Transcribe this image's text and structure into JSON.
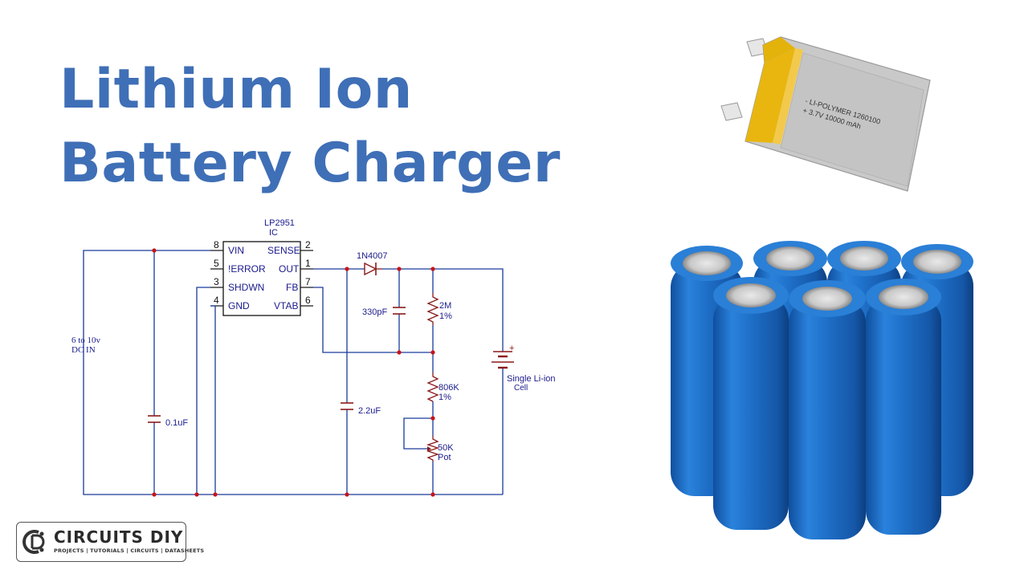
{
  "title": {
    "line1": "Lithium Ion",
    "line2": "Battery Charger"
  },
  "colors": {
    "title": "#3f6fb6",
    "wire": "#1a3a9c",
    "component": "#8b1a1a",
    "junction": "#c81414",
    "battery_blue": "#1e6fc7"
  },
  "schematic": {
    "ic_name": "LP2951",
    "ic_sub": "IC",
    "pins": {
      "vin": "VIN",
      "vin_num": "8",
      "error": "!ERROR",
      "error_num": "5",
      "shdwn": "SHDWN",
      "shdwn_num": "3",
      "gnd": "GND",
      "gnd_num": "4",
      "sense": "SENSE",
      "sense_num": "2",
      "out": "OUT",
      "out_num": "1",
      "fb": "FB",
      "fb_num": "7",
      "vtab": "VTAB",
      "vtab_num": "6"
    },
    "diode": "1N4007",
    "cap_330": "330pF",
    "r_2m": "2M",
    "r_2m_tol": "1%",
    "r_806k": "806K",
    "r_806k_tol": "1%",
    "pot": "50K",
    "pot_sub": "Pot",
    "cap_22": "2.2uF",
    "cap_01": "0.1uF",
    "input_line1": "6 to 10v",
    "input_line2": "DC IN",
    "cell_line1": "Single Li-ion",
    "cell_line2": "Cell",
    "plus": "+"
  },
  "pouch_cell": {
    "line1": "- LI-POLYMER 1260100",
    "line2": "+ 3.7V 10000 mAh"
  },
  "logo": {
    "brand": "CIRCUITS DIY",
    "tagline": "PROJECTS | TUTORIALS | CIRCUITS | DATASHEETS",
    "icon": "circuits-diy-logo-icon"
  }
}
